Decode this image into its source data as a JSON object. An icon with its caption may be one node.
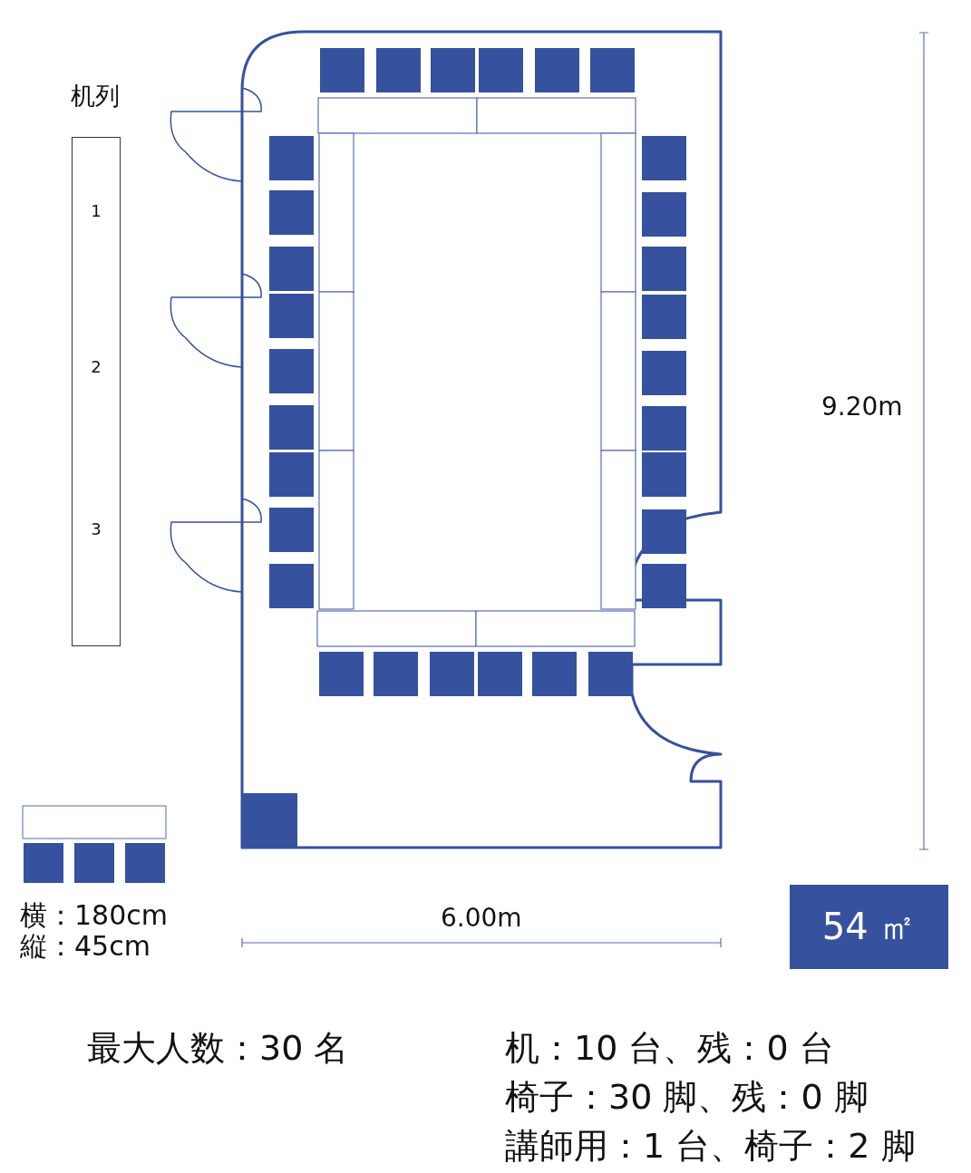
{
  "diagram": {
    "nodes": [
      {
        "text": [
          "机列",
          "1",
          "2",
          "3"
        ]
      },
      {
        "text": [
          "54 ㎡"
        ]
      }
    ],
    "edges": [],
    "labels": [
      "9.20m",
      "横：180cm",
      "縦：45cm",
      "6.00m",
      "最大人数：30 名",
      "机：10 台、残：0 台",
      "椅子：30 脚、残：0 脚",
      "講師用：1 台、椅子：2 脚"
    ]
  }
}
